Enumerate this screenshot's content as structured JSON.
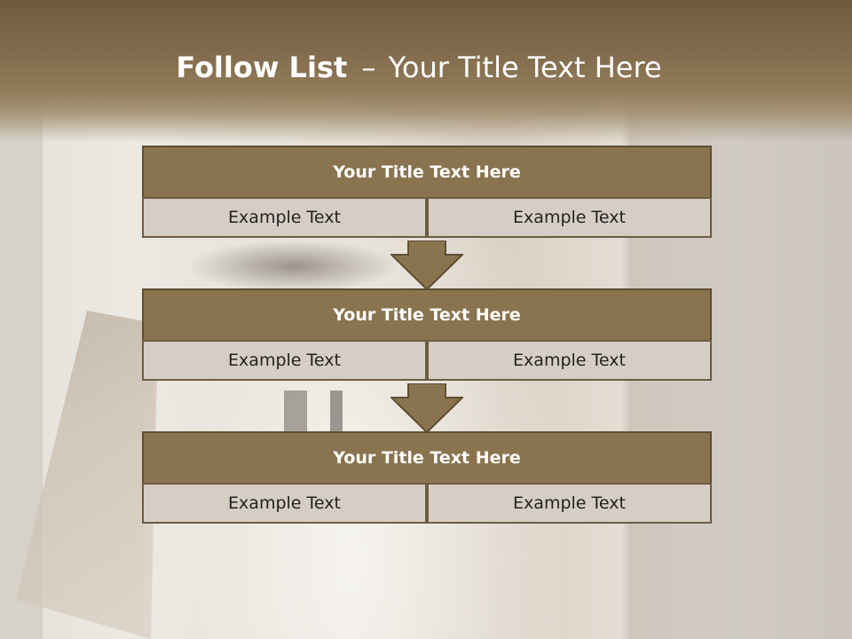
{
  "slide": {
    "title_bold": "Follow List",
    "title_separator": "–",
    "title_rest": "Your Title Text Here"
  },
  "blocks": [
    {
      "title": "Your Title Text Here",
      "left_text": "Example Text",
      "right_text": "Example Text"
    },
    {
      "title": "Your Title Text Here",
      "left_text": "Example Text",
      "right_text": "Example Text"
    },
    {
      "title": "Your Title Text Here",
      "left_text": "Example Text",
      "right_text": "Example Text"
    }
  ],
  "colors": {
    "header": "#806a4b",
    "block_title_bg": "#8a744f",
    "block_border": "#5e4e34",
    "cell_bg": "#d6cec4",
    "arrow_fill": "#8a744f"
  },
  "icons": {
    "connector": "down-arrow-icon"
  }
}
